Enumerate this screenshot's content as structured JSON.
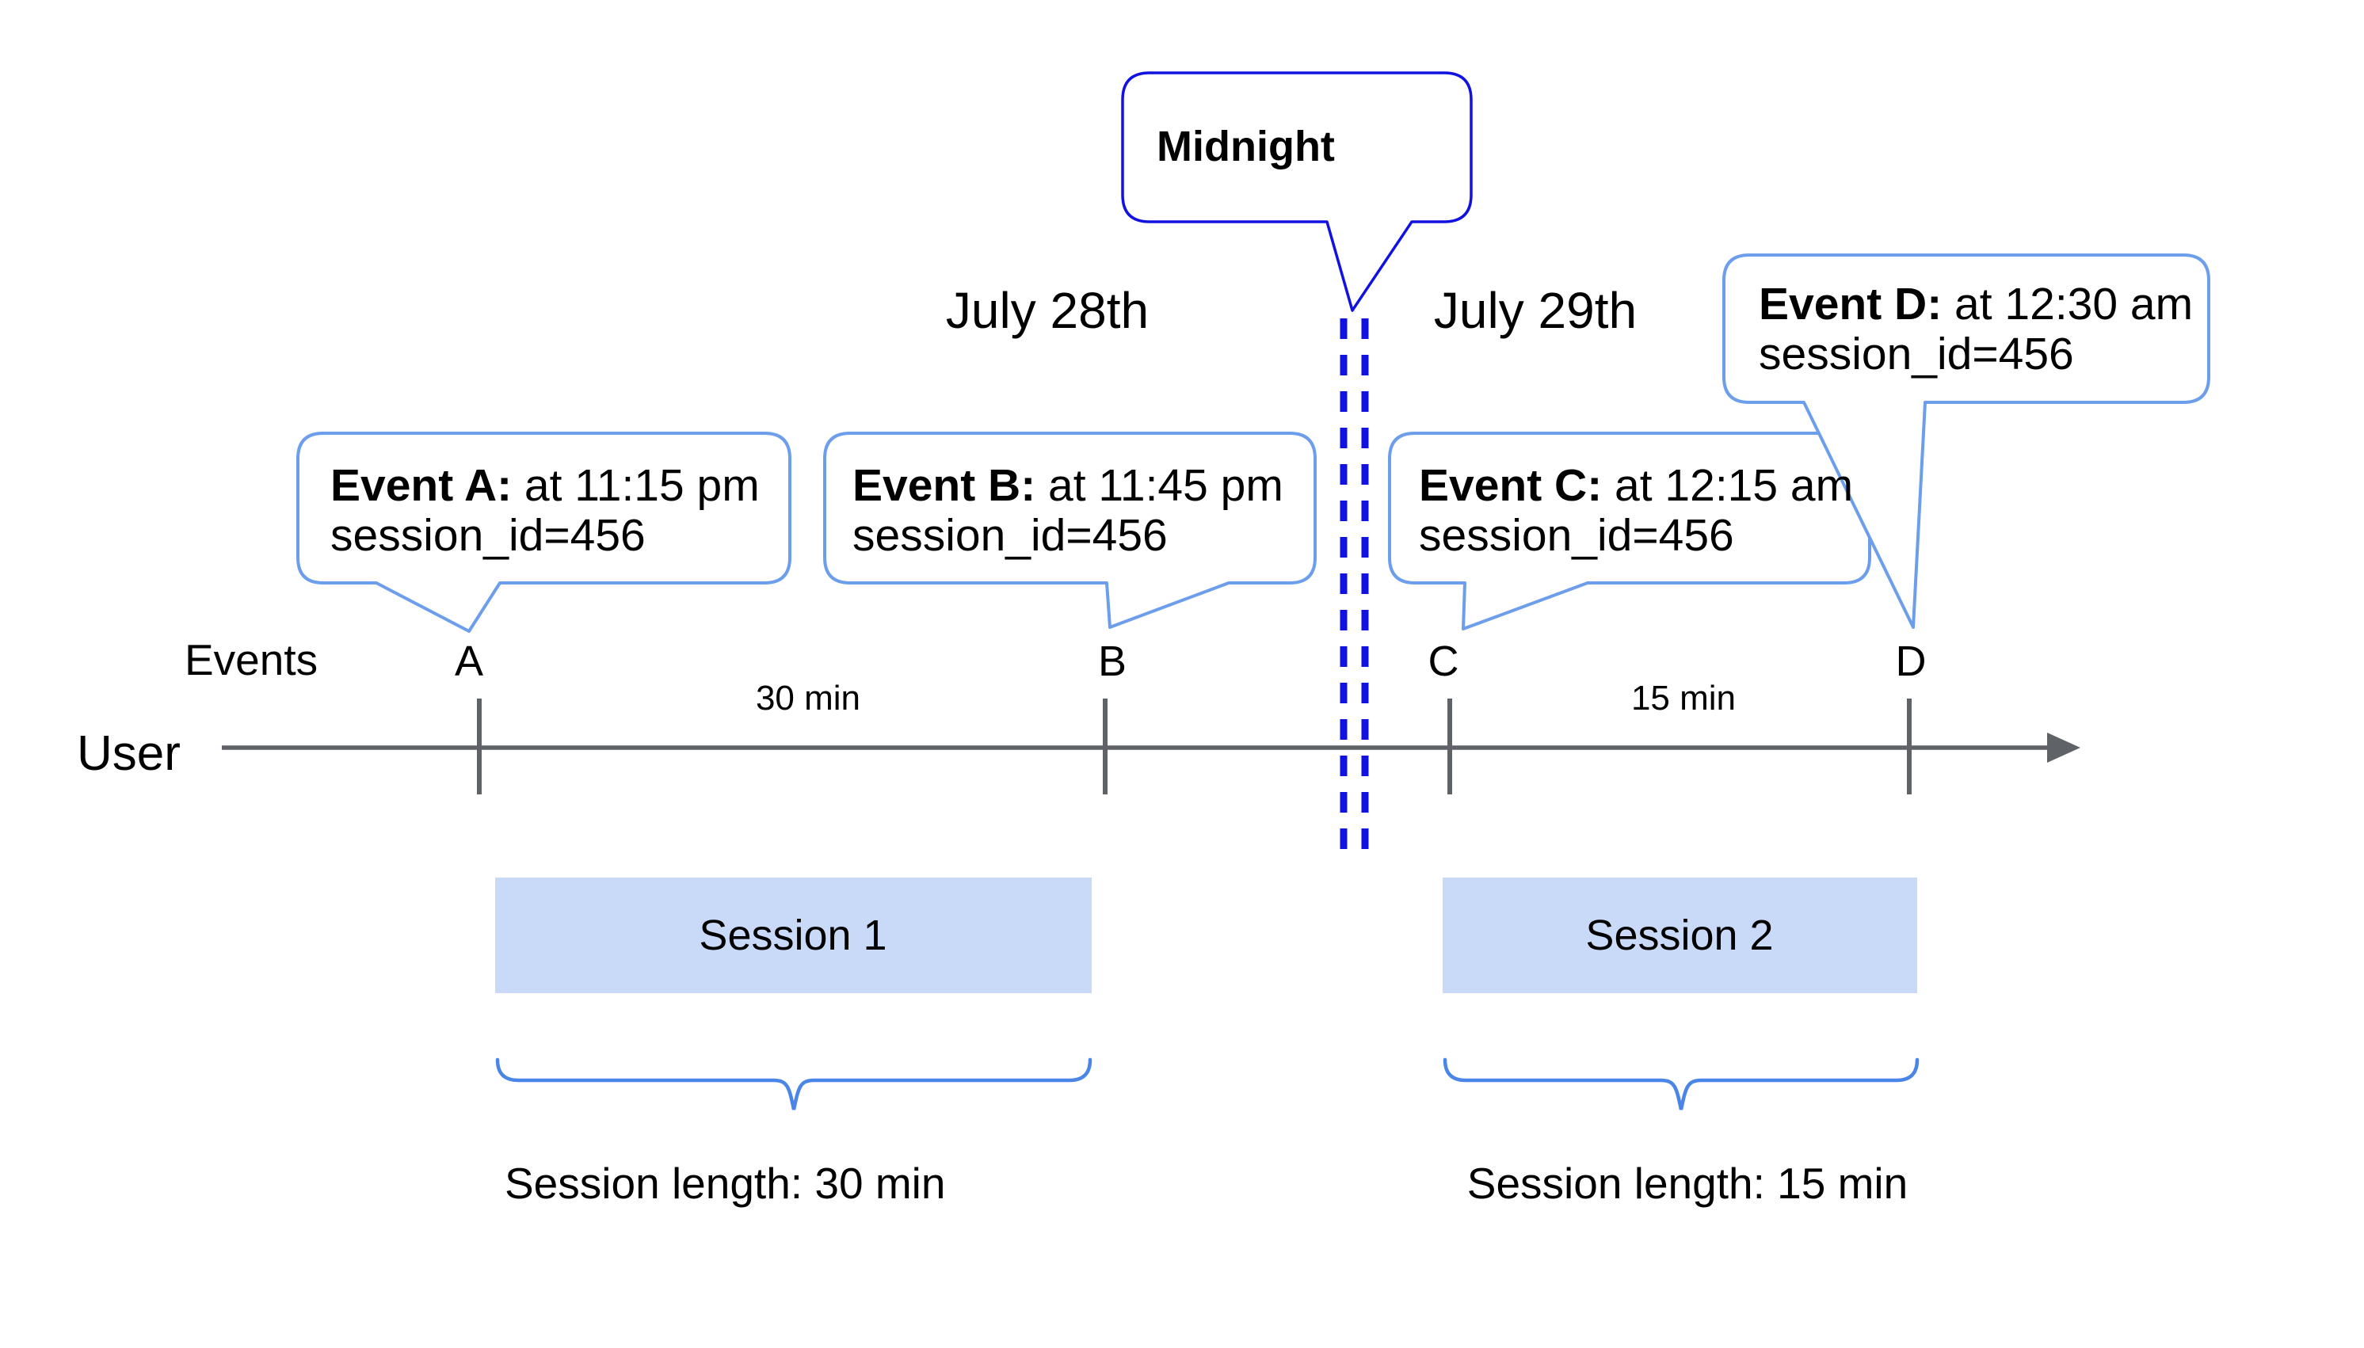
{
  "figure": {
    "dates": {
      "before": "July 28th",
      "after": "July 29th"
    },
    "midnight_label": "Midnight",
    "axis": {
      "events_row_label": "Events",
      "user_row_label": "User"
    },
    "callouts": [
      {
        "letter": "A",
        "label": "Event A:",
        "time": " at 11:15 pm",
        "detail": "session_id=456"
      },
      {
        "letter": "B",
        "label": "Event B:",
        "time": " at 11:45 pm",
        "detail": "session_id=456"
      },
      {
        "letter": "C",
        "label": "Event C:",
        "time": " at 12:15 am",
        "detail": "session_id=456"
      },
      {
        "letter": "D",
        "label": "Event D:",
        "time": " at 12:30 am",
        "detail": "session_id=456"
      }
    ],
    "gaps": {
      "a_to_b": "30 min",
      "c_to_d": "15 min"
    },
    "sessions": [
      {
        "name": "Session 1",
        "length_label": "Session length: 30 min"
      },
      {
        "name": "Session 2",
        "length_label": "Session length: 15 min"
      }
    ],
    "colors": {
      "deep_blue": "#1212e0",
      "callout_border": "#6d9eeb",
      "brace_blue": "#4a86e8",
      "session_fill": "#c9daf8",
      "timeline_gray": "#5f6368"
    }
  }
}
